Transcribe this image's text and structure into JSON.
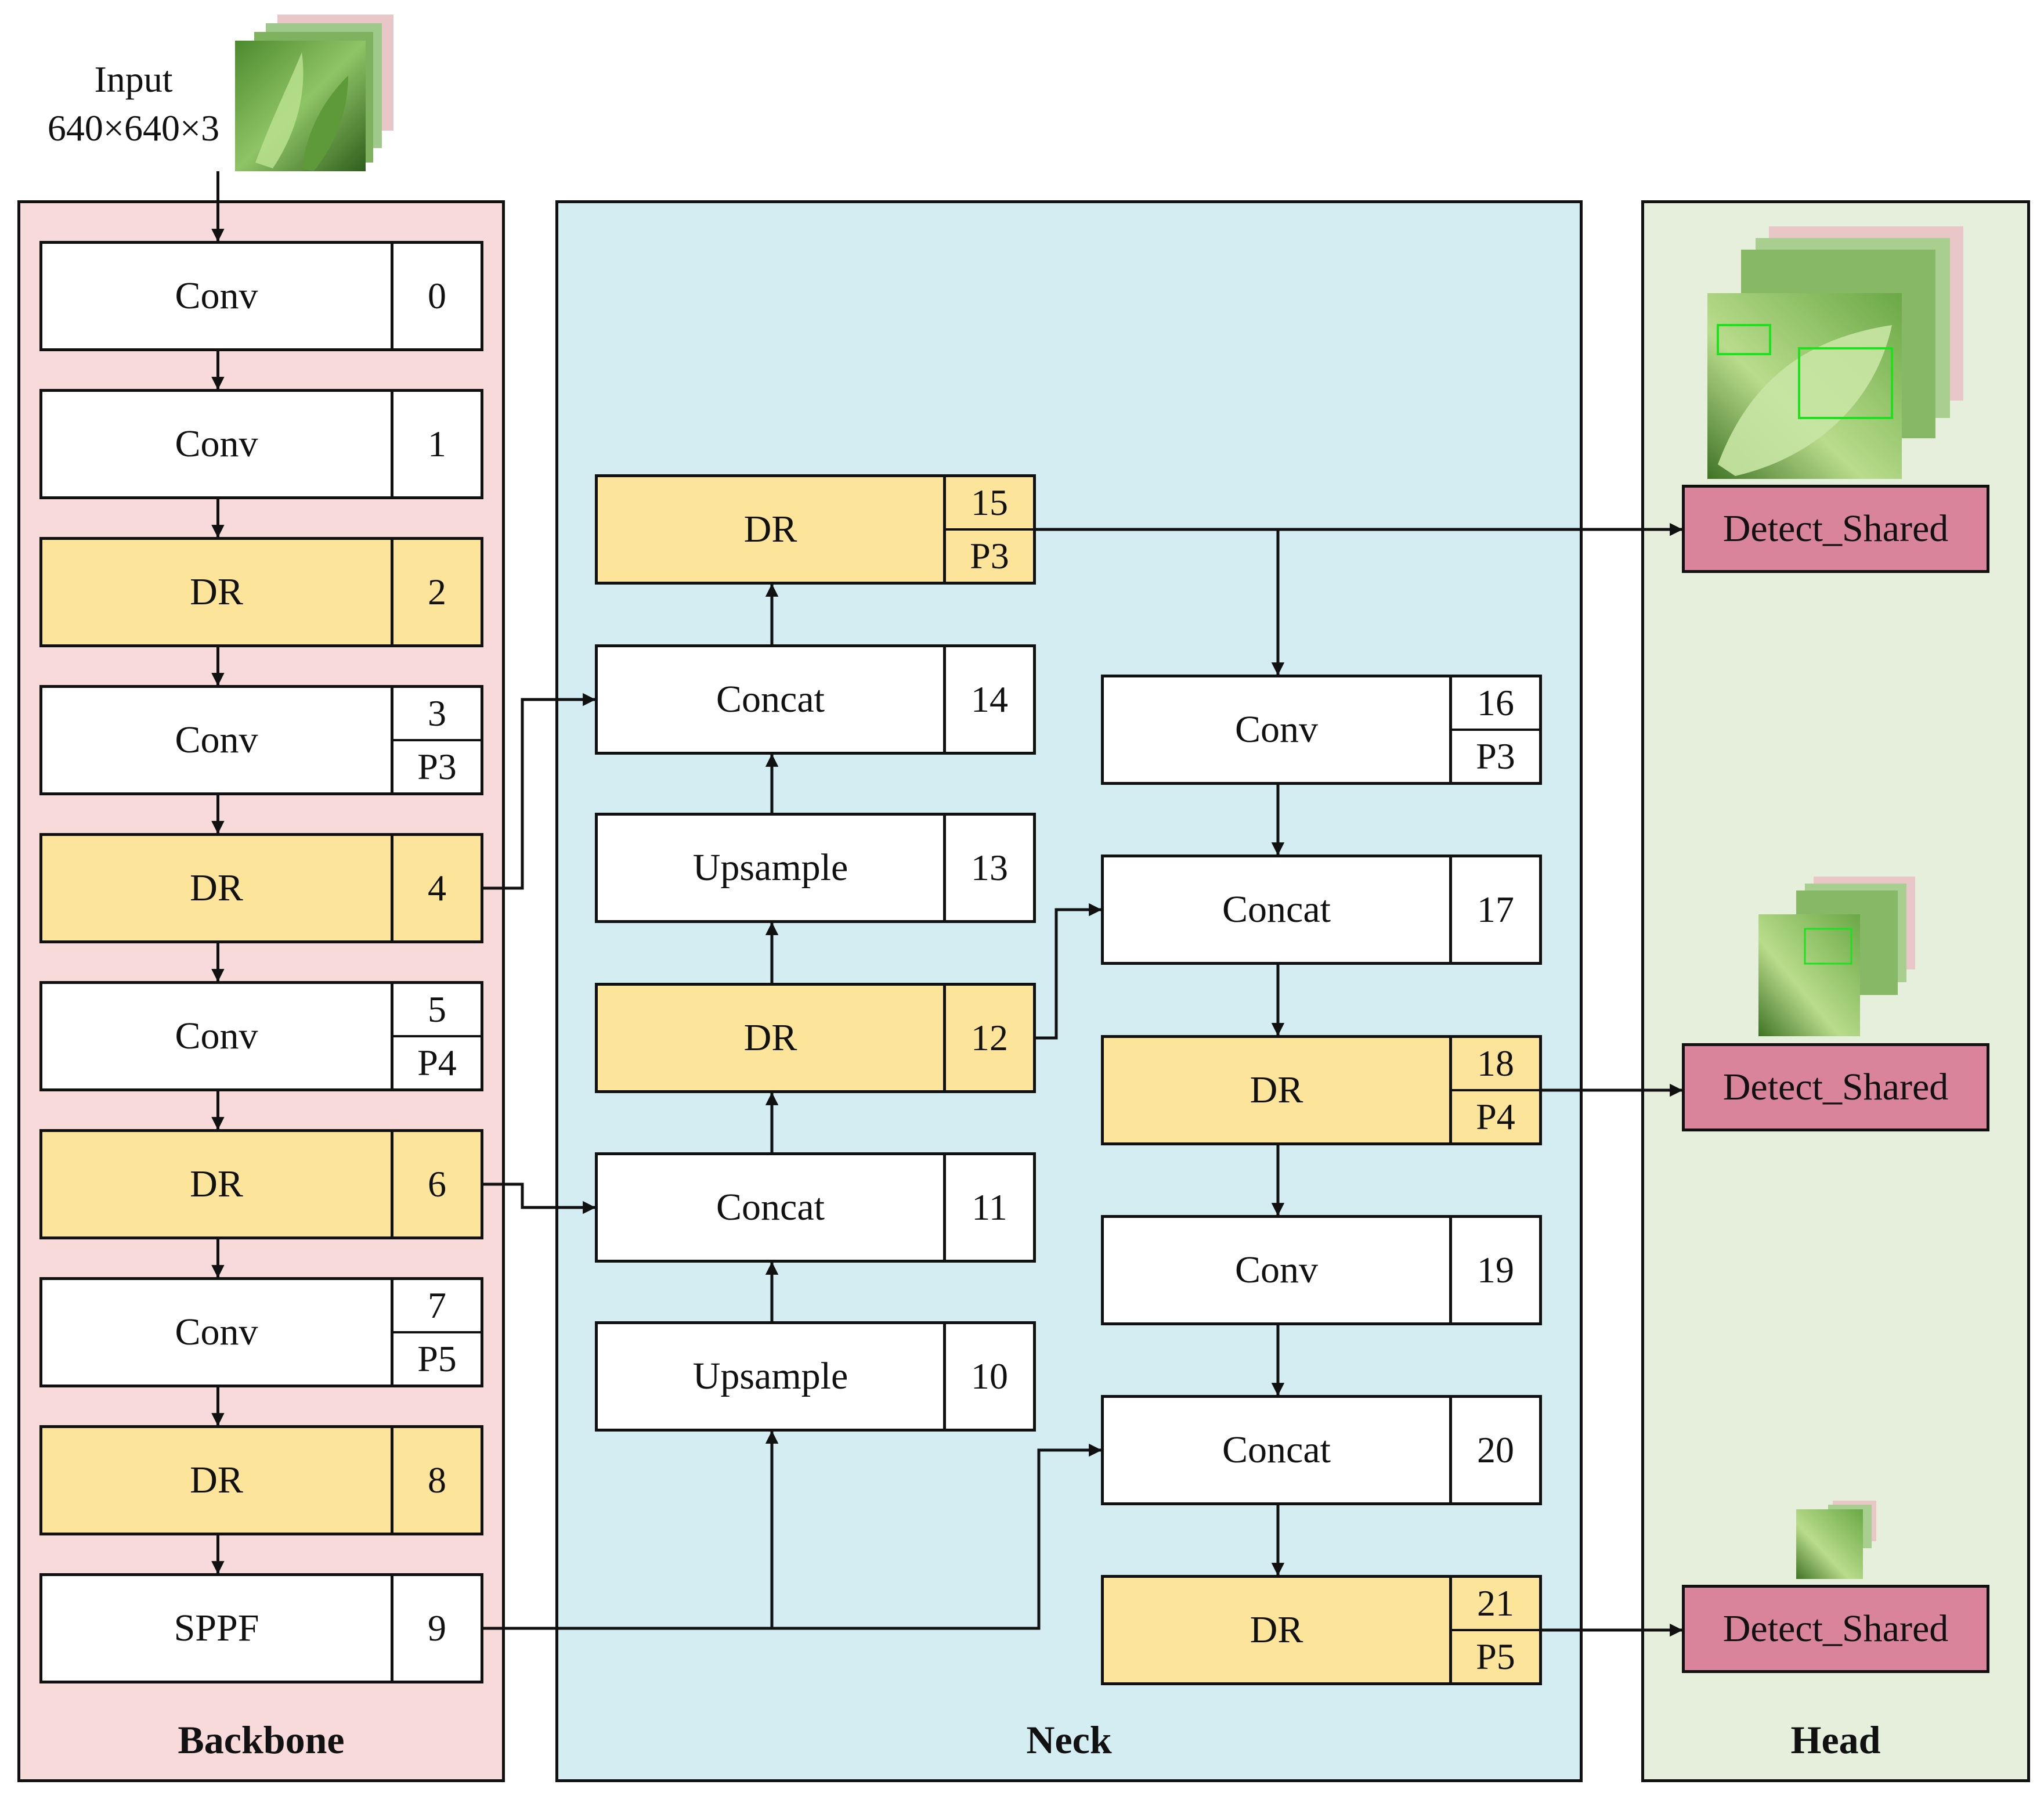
{
  "input": {
    "label": "Input",
    "size": "640×640×3"
  },
  "panels": {
    "backbone": "Backbone",
    "neck": "Neck",
    "head": "Head"
  },
  "backbone": [
    {
      "label": "Conv",
      "index": [
        "0"
      ],
      "type": "conv"
    },
    {
      "label": "Conv",
      "index": [
        "1"
      ],
      "type": "conv"
    },
    {
      "label": "DR",
      "index": [
        "2"
      ],
      "type": "dr"
    },
    {
      "label": "Conv",
      "index": [
        "3",
        "P3"
      ],
      "type": "conv"
    },
    {
      "label": "DR",
      "index": [
        "4"
      ],
      "type": "dr"
    },
    {
      "label": "Conv",
      "index": [
        "5",
        "P4"
      ],
      "type": "conv"
    },
    {
      "label": "DR",
      "index": [
        "6"
      ],
      "type": "dr"
    },
    {
      "label": "Conv",
      "index": [
        "7",
        "P5"
      ],
      "type": "conv"
    },
    {
      "label": "DR",
      "index": [
        "8"
      ],
      "type": "dr"
    },
    {
      "label": "SPPF",
      "index": [
        "9"
      ],
      "type": "conv"
    }
  ],
  "neck_left": [
    {
      "label": "DR",
      "index": [
        "15",
        "P3"
      ],
      "type": "dr"
    },
    {
      "label": "Concat",
      "index": [
        "14"
      ],
      "type": "conv"
    },
    {
      "label": "Upsample",
      "index": [
        "13"
      ],
      "type": "conv"
    },
    {
      "label": "DR",
      "index": [
        "12"
      ],
      "type": "dr"
    },
    {
      "label": "Concat",
      "index": [
        "11"
      ],
      "type": "conv"
    },
    {
      "label": "Upsample",
      "index": [
        "10"
      ],
      "type": "conv"
    }
  ],
  "neck_right": [
    {
      "label": "Conv",
      "index": [
        "16",
        "P3"
      ],
      "type": "conv"
    },
    {
      "label": "Concat",
      "index": [
        "17"
      ],
      "type": "conv"
    },
    {
      "label": "DR",
      "index": [
        "18",
        "P4"
      ],
      "type": "dr"
    },
    {
      "label": "Conv",
      "index": [
        "19"
      ],
      "type": "conv"
    },
    {
      "label": "Concat",
      "index": [
        "20"
      ],
      "type": "conv"
    },
    {
      "label": "DR",
      "index": [
        "21",
        "P5"
      ],
      "type": "dr"
    }
  ],
  "head": [
    {
      "label": "Detect_Shared"
    },
    {
      "label": "Detect_Shared"
    },
    {
      "label": "Detect_Shared"
    }
  ],
  "colors": {
    "backbone_bg": "#f8dadb",
    "neck_bg": "#d3edf2",
    "head_bg": "#e5efdc",
    "dr_block": "#fde49b",
    "detect_block": "#d9849b"
  }
}
